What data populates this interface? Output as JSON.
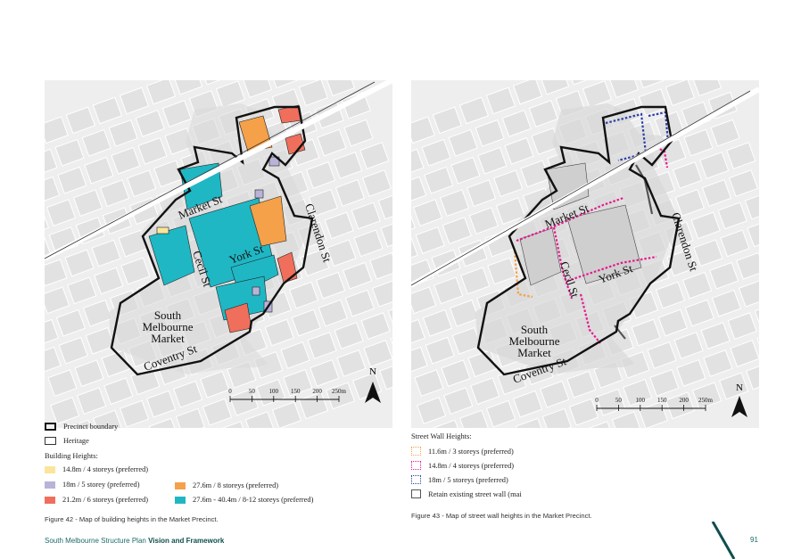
{
  "figure42": {
    "map_labels": {
      "market_st": "Market St",
      "york_st": "York St",
      "cecil_st": "Cecil St",
      "clarendon_st": "Clarendon St",
      "coventry_st": "Coventry St",
      "market_1": "South",
      "market_2": "Melbourne",
      "market_3": "Market"
    },
    "scale": {
      "ticks": [
        "0",
        "50",
        "100",
        "150",
        "200",
        "250m"
      ]
    },
    "north": "N",
    "legend": {
      "precinct_boundary": "Precinct boundary",
      "heritage": "Heritage",
      "heading": "Building Heights:",
      "items": [
        {
          "label": "14.8m / 4 storeys (preferred)",
          "color": "#fbe59a"
        },
        {
          "label": "18m / 5 storey (preferred)",
          "color": "#b9b3d8"
        },
        {
          "label": "21.2m / 6 storeys (preferred)",
          "color": "#ef6f5c"
        },
        {
          "label": "27.6m / 8 storeys (preferred)",
          "color": "#f5a14a"
        },
        {
          "label": "27.6m - 40.4m / 8-12 storeys (preferred)",
          "color": "#1fb7c4"
        }
      ]
    },
    "caption": "Figure 42 - Map of building heights in the Market Precinct."
  },
  "figure43": {
    "map_labels": {
      "market_st": "Market St",
      "york_st": "York St",
      "cecil_st": "Cecil St",
      "clarendon_st": "Clarendon St",
      "coventry_st": "Coventry St",
      "market_1": "South",
      "market_2": "Melbourne",
      "market_3": "Market"
    },
    "scale": {
      "ticks": [
        "0",
        "50",
        "100",
        "150",
        "200",
        "250m"
      ]
    },
    "north": "N",
    "legend": {
      "heading": "Street Wall Heights:",
      "items": [
        {
          "label": "11.6m / 3 storeys (preferred)",
          "color": "#f5a14a",
          "style": "dotted"
        },
        {
          "label": "14.8m / 4 storeys (preferred)",
          "color": "#e5198f",
          "style": "dotted"
        },
        {
          "label": "18m / 5 storeys (preferred)",
          "color": "#2b3fa8",
          "style": "dotted"
        },
        {
          "label": "Retain existing street wall (mai",
          "color": "#555555",
          "style": "solid"
        }
      ]
    },
    "caption": "Figure 43 - Map of street wall heights in the Market Precinct."
  },
  "footer": {
    "text": "South Melbourne Structure Plan ",
    "bold": "Vision and Framework",
    "page": "91"
  },
  "colors": {
    "accent": "#1c6b6b",
    "boundary": "#111111",
    "block": "#e6e6e6"
  }
}
